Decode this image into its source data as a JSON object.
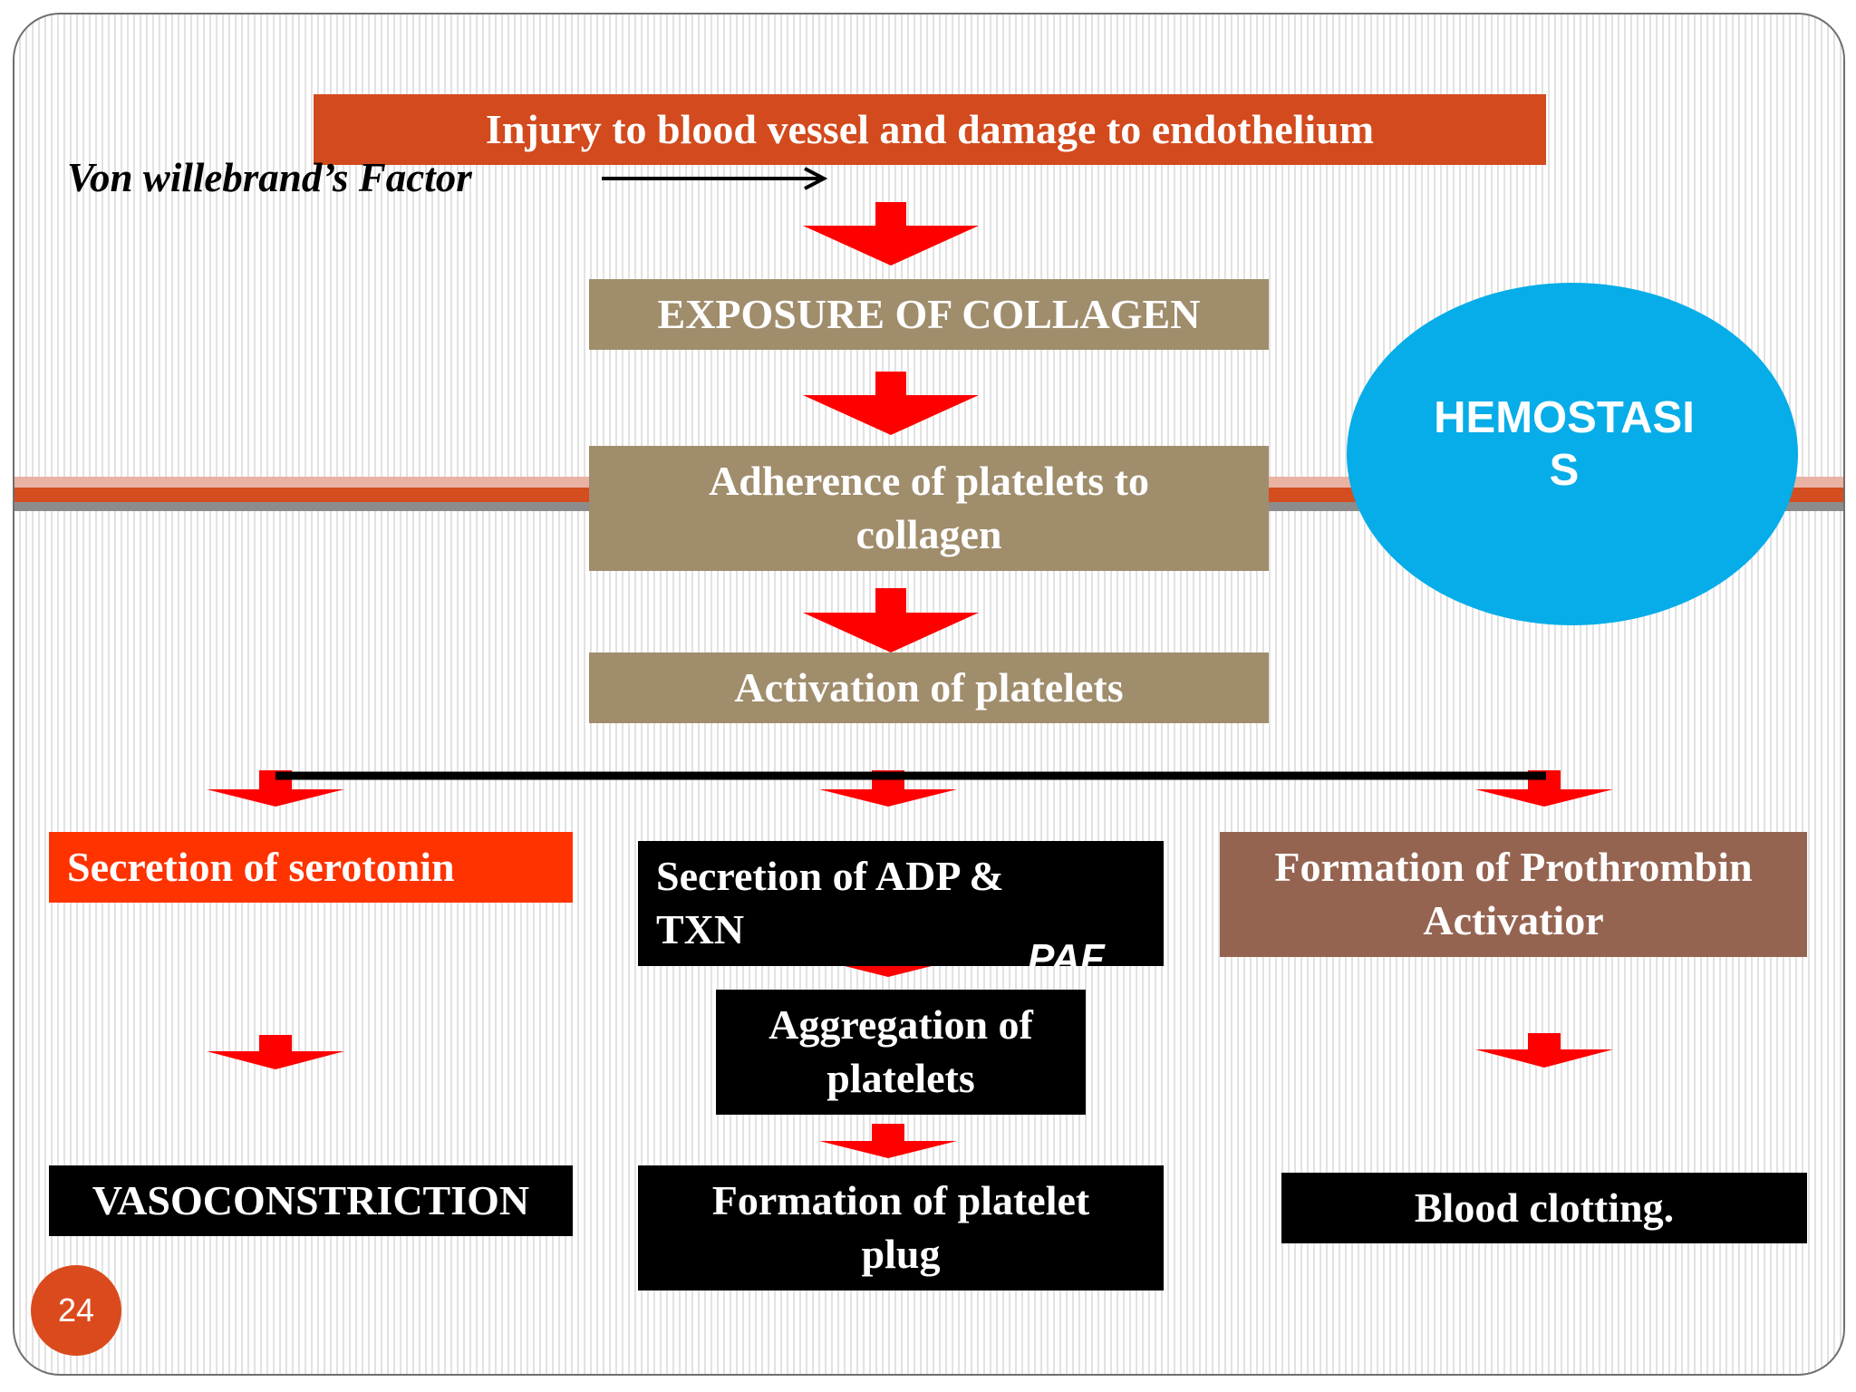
{
  "slide_title": "Injury to blood vessel and damage to endothelium",
  "side_label": "Von willebrand’s Factor",
  "steps": {
    "exposure": "EXPOSURE OF COLLAGEN",
    "adherence": "Adherence of platelets to collagen",
    "activation": "Activation of platelets"
  },
  "hemostasis": "HEMOSTASIS",
  "branches": {
    "left": {
      "cause": "Secretion of serotonin",
      "effect": "VASOCONSTRICTION"
    },
    "middle": {
      "cause": "Secretion of ADP & TXN",
      "cause_cut_text": "PAF",
      "step": "Aggregation of platelets",
      "effect": "Formation of platelet plug"
    },
    "right": {
      "cause": "Formation of Prothrombin Activatior",
      "effect": "Blood clotting."
    }
  },
  "page_number": "24",
  "colors": {
    "title_box": "#d24a1d",
    "tan_box": "#a08d6c",
    "serotonin_box": "#fe3300",
    "prothrombin_box": "#956451",
    "dark_box": "#000000",
    "hemostasis_ellipse": "#06ade8",
    "arrow": "#fe0000",
    "page_badge": "#db4a1c"
  }
}
